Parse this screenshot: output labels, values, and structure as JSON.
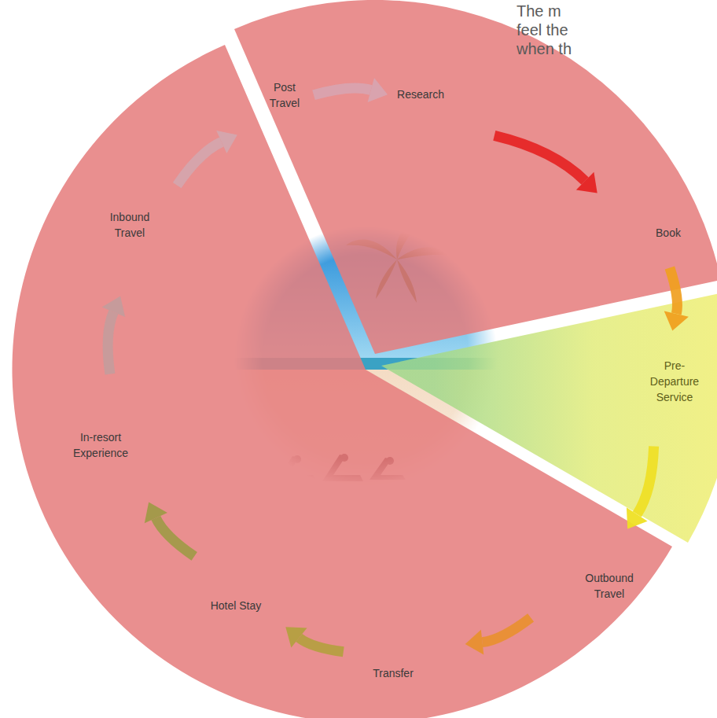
{
  "diagram": {
    "nodes": [
      {
        "text": [
          "Post Travel"
        ]
      },
      {
        "text": [
          "Research"
        ]
      },
      {
        "text": [
          "Book"
        ]
      },
      {
        "text": [
          "Pre-Departure Service"
        ]
      },
      {
        "text": [
          "Outbound Travel"
        ]
      },
      {
        "text": [
          "Transfer"
        ]
      },
      {
        "text": [
          "Hotel Stay"
        ]
      },
      {
        "text": [
          "In-resort Experience"
        ]
      },
      {
        "text": [
          "Inbound Travel"
        ]
      }
    ],
    "edges": [
      {
        "from": 0,
        "to": 1,
        "arrow": "to"
      },
      {
        "from": 1,
        "to": 2,
        "arrow": "to"
      },
      {
        "from": 2,
        "to": 3,
        "arrow": "to"
      },
      {
        "from": 3,
        "to": 4,
        "arrow": "to"
      },
      {
        "from": 4,
        "to": 5,
        "arrow": "to"
      },
      {
        "from": 5,
        "to": 6,
        "arrow": "to"
      },
      {
        "from": 6,
        "to": 7,
        "arrow": "to"
      },
      {
        "from": 7,
        "to": 8,
        "arrow": "to"
      },
      {
        "from": 8,
        "to": 0,
        "arrow": "to"
      }
    ],
    "labels": [
      "The m",
      "feel the",
      "when th"
    ]
  }
}
